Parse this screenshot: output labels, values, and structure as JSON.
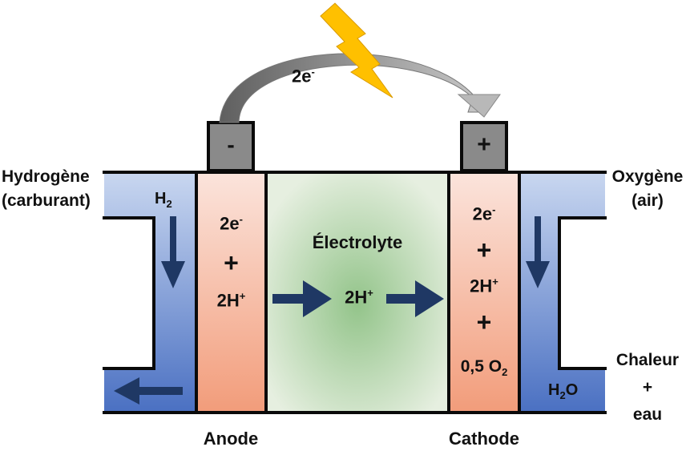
{
  "labels": {
    "electrons_top_base": "2e",
    "electrons_top_sup": "-",
    "negative_terminal": "-",
    "positive_terminal": "+",
    "hydrogen_line1": "Hydrogène",
    "hydrogen_line2": "(carburant)",
    "oxygen_line1": "Oxygène",
    "oxygen_line2": "(air)",
    "heat_water_line1": "Chaleur",
    "heat_water_line2": "+",
    "heat_water_line3": "eau",
    "h2_in_base": "H",
    "h2_in_sub": "2",
    "h2o_out_base": "H",
    "h2o_out_sub": "2",
    "h2o_out_tail": "O",
    "electrolyte": "Électrolyte",
    "anode": "Anode",
    "cathode": "Cathode"
  },
  "anode_text": {
    "electrons_base": "2e",
    "electrons_sup": "-",
    "plus": "+",
    "protons_base": "2H",
    "protons_sup": "+"
  },
  "electrolyte_protons": {
    "base": "2H",
    "sup": "+"
  },
  "cathode_text": {
    "electrons_base": "2e",
    "electrons_sup": "-",
    "plus1": "+",
    "protons_base": "2H",
    "protons_sup": "+",
    "plus2": "+",
    "oxygen_base": "0,5 O",
    "oxygen_sub": "2"
  },
  "colors": {
    "channel_blue_light": "#c4d3ee",
    "channel_blue_dark": "#4f74c4",
    "electrode_pink_light": "#fbe1d8",
    "electrode_pink_dark": "#f2a07f",
    "electrolyte_center": "#9ec894",
    "electrolyte_edge": "#e3eedc",
    "terminal_gray": "#8a8a8a",
    "arrow_navy": "#1f3864",
    "lightning_yellow": "#ffc000",
    "wire_gray_dark": "#6e6e6e",
    "wire_gray_light": "#bdbdbd"
  }
}
